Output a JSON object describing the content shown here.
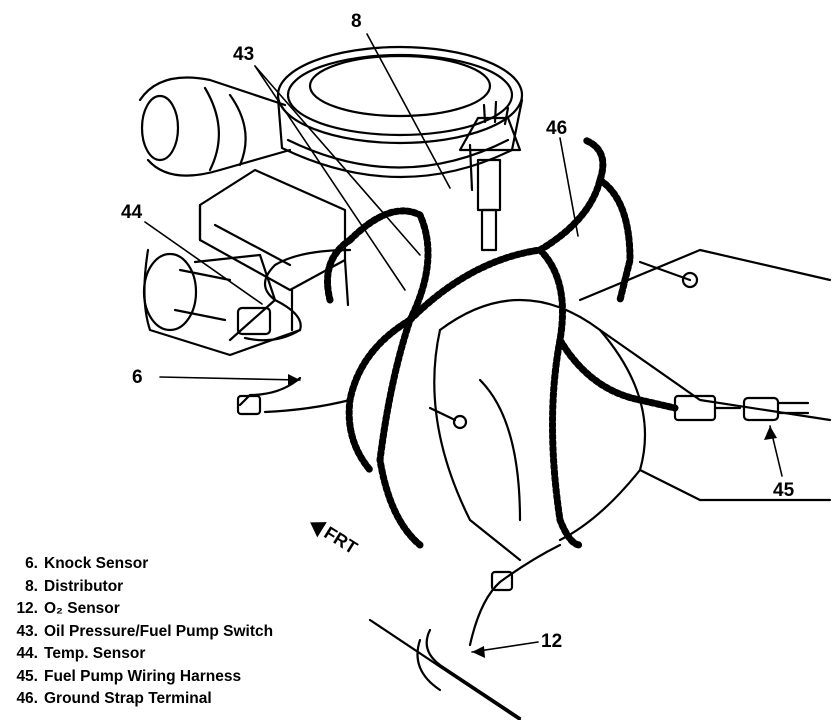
{
  "callouts": {
    "c8": "8",
    "c43": "43",
    "c46": "46",
    "c44": "44",
    "c6": "6",
    "c45": "45",
    "c12": "12"
  },
  "direction_label": "FRT",
  "legend": [
    {
      "num": "6.",
      "label": "Knock Sensor"
    },
    {
      "num": "8.",
      "label": "Distributor"
    },
    {
      "num": "12.",
      "label": "O₂ Sensor"
    },
    {
      "num": "43.",
      "label": "Oil Pressure/Fuel Pump Switch"
    },
    {
      "num": "44.",
      "label": "Temp. Sensor"
    },
    {
      "num": "45.",
      "label": "Fuel Pump Wiring Harness"
    },
    {
      "num": "46.",
      "label": "Ground Strap Terminal"
    }
  ]
}
